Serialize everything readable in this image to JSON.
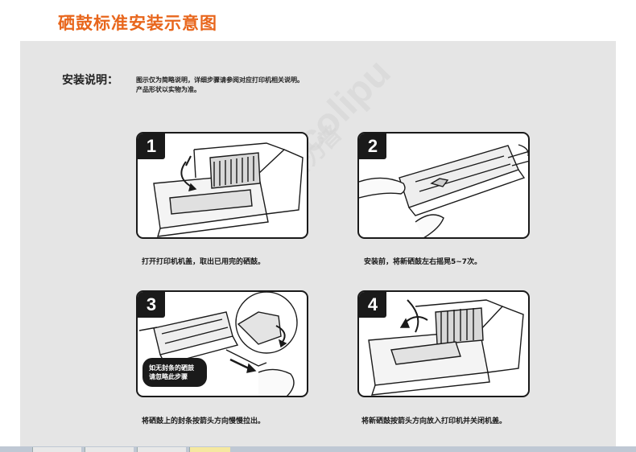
{
  "page_title": "硒鼓标准安装示意图",
  "intro": {
    "label": "安装说明：",
    "line1": "图示仅为简略说明，详细步骤请参阅对应打印机相关说明。",
    "line2": "产品形状以实物为准。"
  },
  "steps": [
    {
      "number": "1",
      "caption": "打开打印机机盖，取出已用完的硒鼓。"
    },
    {
      "number": "2",
      "caption": "安装前，将新硒鼓左右摇晃5~7次。"
    },
    {
      "number": "3",
      "caption": "将硒鼓上的封条按箭头方向慢慢拉出。",
      "callout_line1": "如无封条的硒鼓",
      "callout_line2": "请忽略此步骤"
    },
    {
      "number": "4",
      "caption": "将新硒鼓按箭头方向放入打印机并关闭机盖。"
    }
  ],
  "watermark": {
    "text": "www.colipu",
    "chinese": "科力普"
  }
}
